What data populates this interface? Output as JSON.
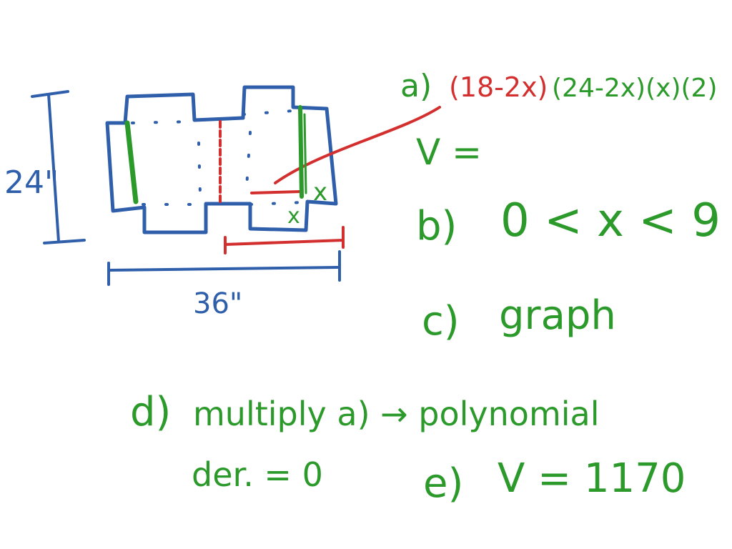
{
  "colors": {
    "background": "#ffffff",
    "net_outline": "#2f5faa",
    "green_ink": "#2b9a2b",
    "red_ink": "#d32f2f"
  },
  "dimensions": {
    "height_label": "24\"",
    "width_label": "36\""
  },
  "diagram_labels": {
    "cut_x_1": "x",
    "cut_x_2": "x"
  },
  "answers": {
    "a_label": "a)",
    "a_red_factor": "(18-2x)",
    "a_green_factors": "(24-2x)(x)(2)",
    "v_equals": "V =",
    "b_label": "b)",
    "b_text": "0 < x < 9",
    "c_label": "c)",
    "c_text": "graph",
    "d_label": "d)",
    "d_text": "multiply a) → polynomial",
    "d_line2": "der. = 0",
    "e_label": "e)",
    "e_text": "V = 1170"
  }
}
